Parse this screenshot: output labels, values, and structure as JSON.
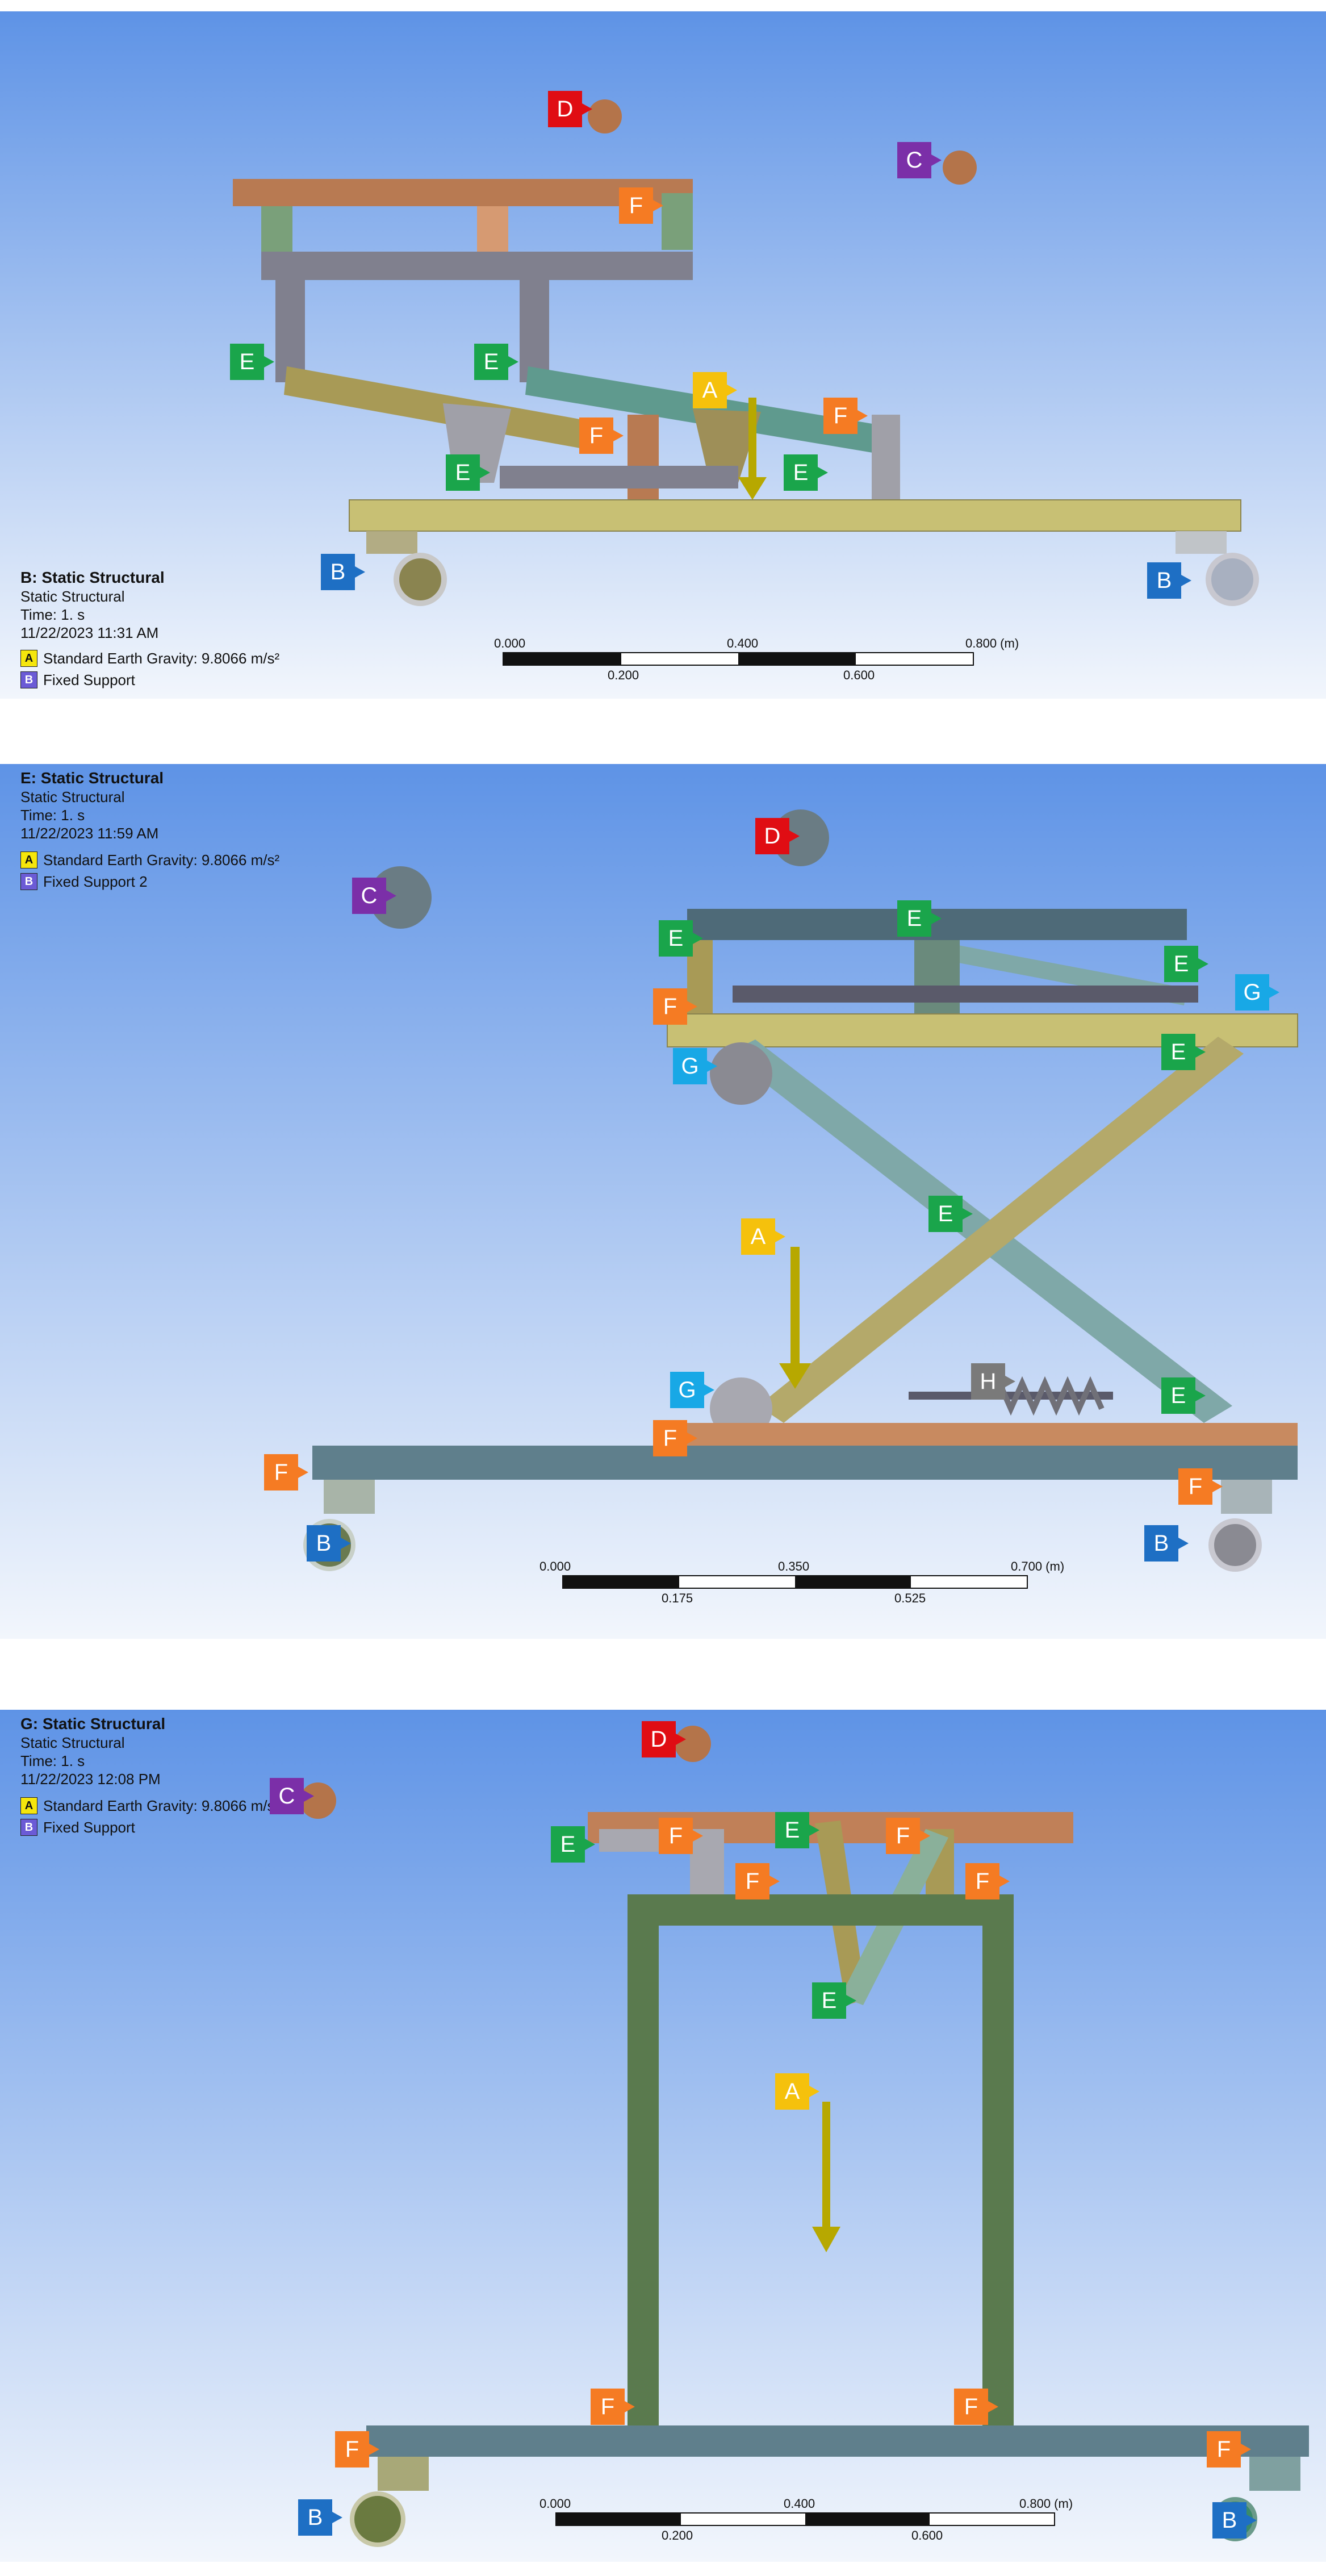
{
  "panels": [
    {
      "title": "B: Static Structural",
      "subtitle": "Static Structural",
      "time": "Time: 1. s",
      "date": "11/22/2023 11:31 AM",
      "legend": [
        {
          "key": "A",
          "label": "Standard Earth Gravity: 9.8066 m/s²",
          "color": "#f5e60c"
        },
        {
          "key": "B",
          "label": "Fixed Support",
          "color": "#6b5bd6"
        }
      ],
      "scale": {
        "top": [
          "0.000",
          "0.400",
          "0.800 (m)"
        ],
        "bottom": [
          "0.200",
          "0.600"
        ]
      },
      "tags": [
        "D",
        "C",
        "F",
        "E",
        "E",
        "A",
        "F",
        "F",
        "E",
        "E",
        "B",
        "B"
      ]
    },
    {
      "title": "E: Static Structural",
      "subtitle": "Static Structural",
      "time": "Time: 1. s",
      "date": "11/22/2023 11:59 AM",
      "legend": [
        {
          "key": "A",
          "label": "Standard Earth Gravity: 9.8066 m/s²",
          "color": "#f5e60c"
        },
        {
          "key": "B",
          "label": "Fixed Support 2",
          "color": "#6b5bd6"
        }
      ],
      "scale": {
        "top": [
          "0.000",
          "0.350",
          "0.700 (m)"
        ],
        "bottom": [
          "0.175",
          "0.525"
        ]
      },
      "tags": [
        "D",
        "C",
        "E",
        "E",
        "E",
        "G",
        "F",
        "G",
        "E",
        "E",
        "A",
        "G",
        "H",
        "E",
        "F",
        "F",
        "F",
        "B",
        "B"
      ]
    },
    {
      "title": "G: Static Structural",
      "subtitle": "Static Structural",
      "time": "Time: 1. s",
      "date": "11/22/2023 12:08 PM",
      "legend": [
        {
          "key": "A",
          "label": "Standard Earth Gravity: 9.8066 m/s²",
          "color": "#f5e60c"
        },
        {
          "key": "B",
          "label": "Fixed Support",
          "color": "#6b5bd6"
        }
      ],
      "scale": {
        "top": [
          "0.000",
          "0.400",
          "0.800 (m)"
        ],
        "bottom": [
          "0.200",
          "0.600"
        ]
      },
      "tags": [
        "D",
        "C",
        "E",
        "F",
        "E",
        "F",
        "F",
        "F",
        "E",
        "A",
        "F",
        "F",
        "F",
        "F",
        "B",
        "B"
      ]
    }
  ],
  "colors": {
    "viewport_top": "#5e93e6",
    "viewport_bottom": "#f2f6fc",
    "tag_a": "#f5c10c",
    "tag_b": "#1e6fc4",
    "tag_c": "#7b2fa8",
    "tag_d": "#e00d13",
    "tag_e": "#1aa54b",
    "tag_f": "#f57b23",
    "tag_g": "#18a8e6",
    "tag_h": "#7a7a7a"
  }
}
